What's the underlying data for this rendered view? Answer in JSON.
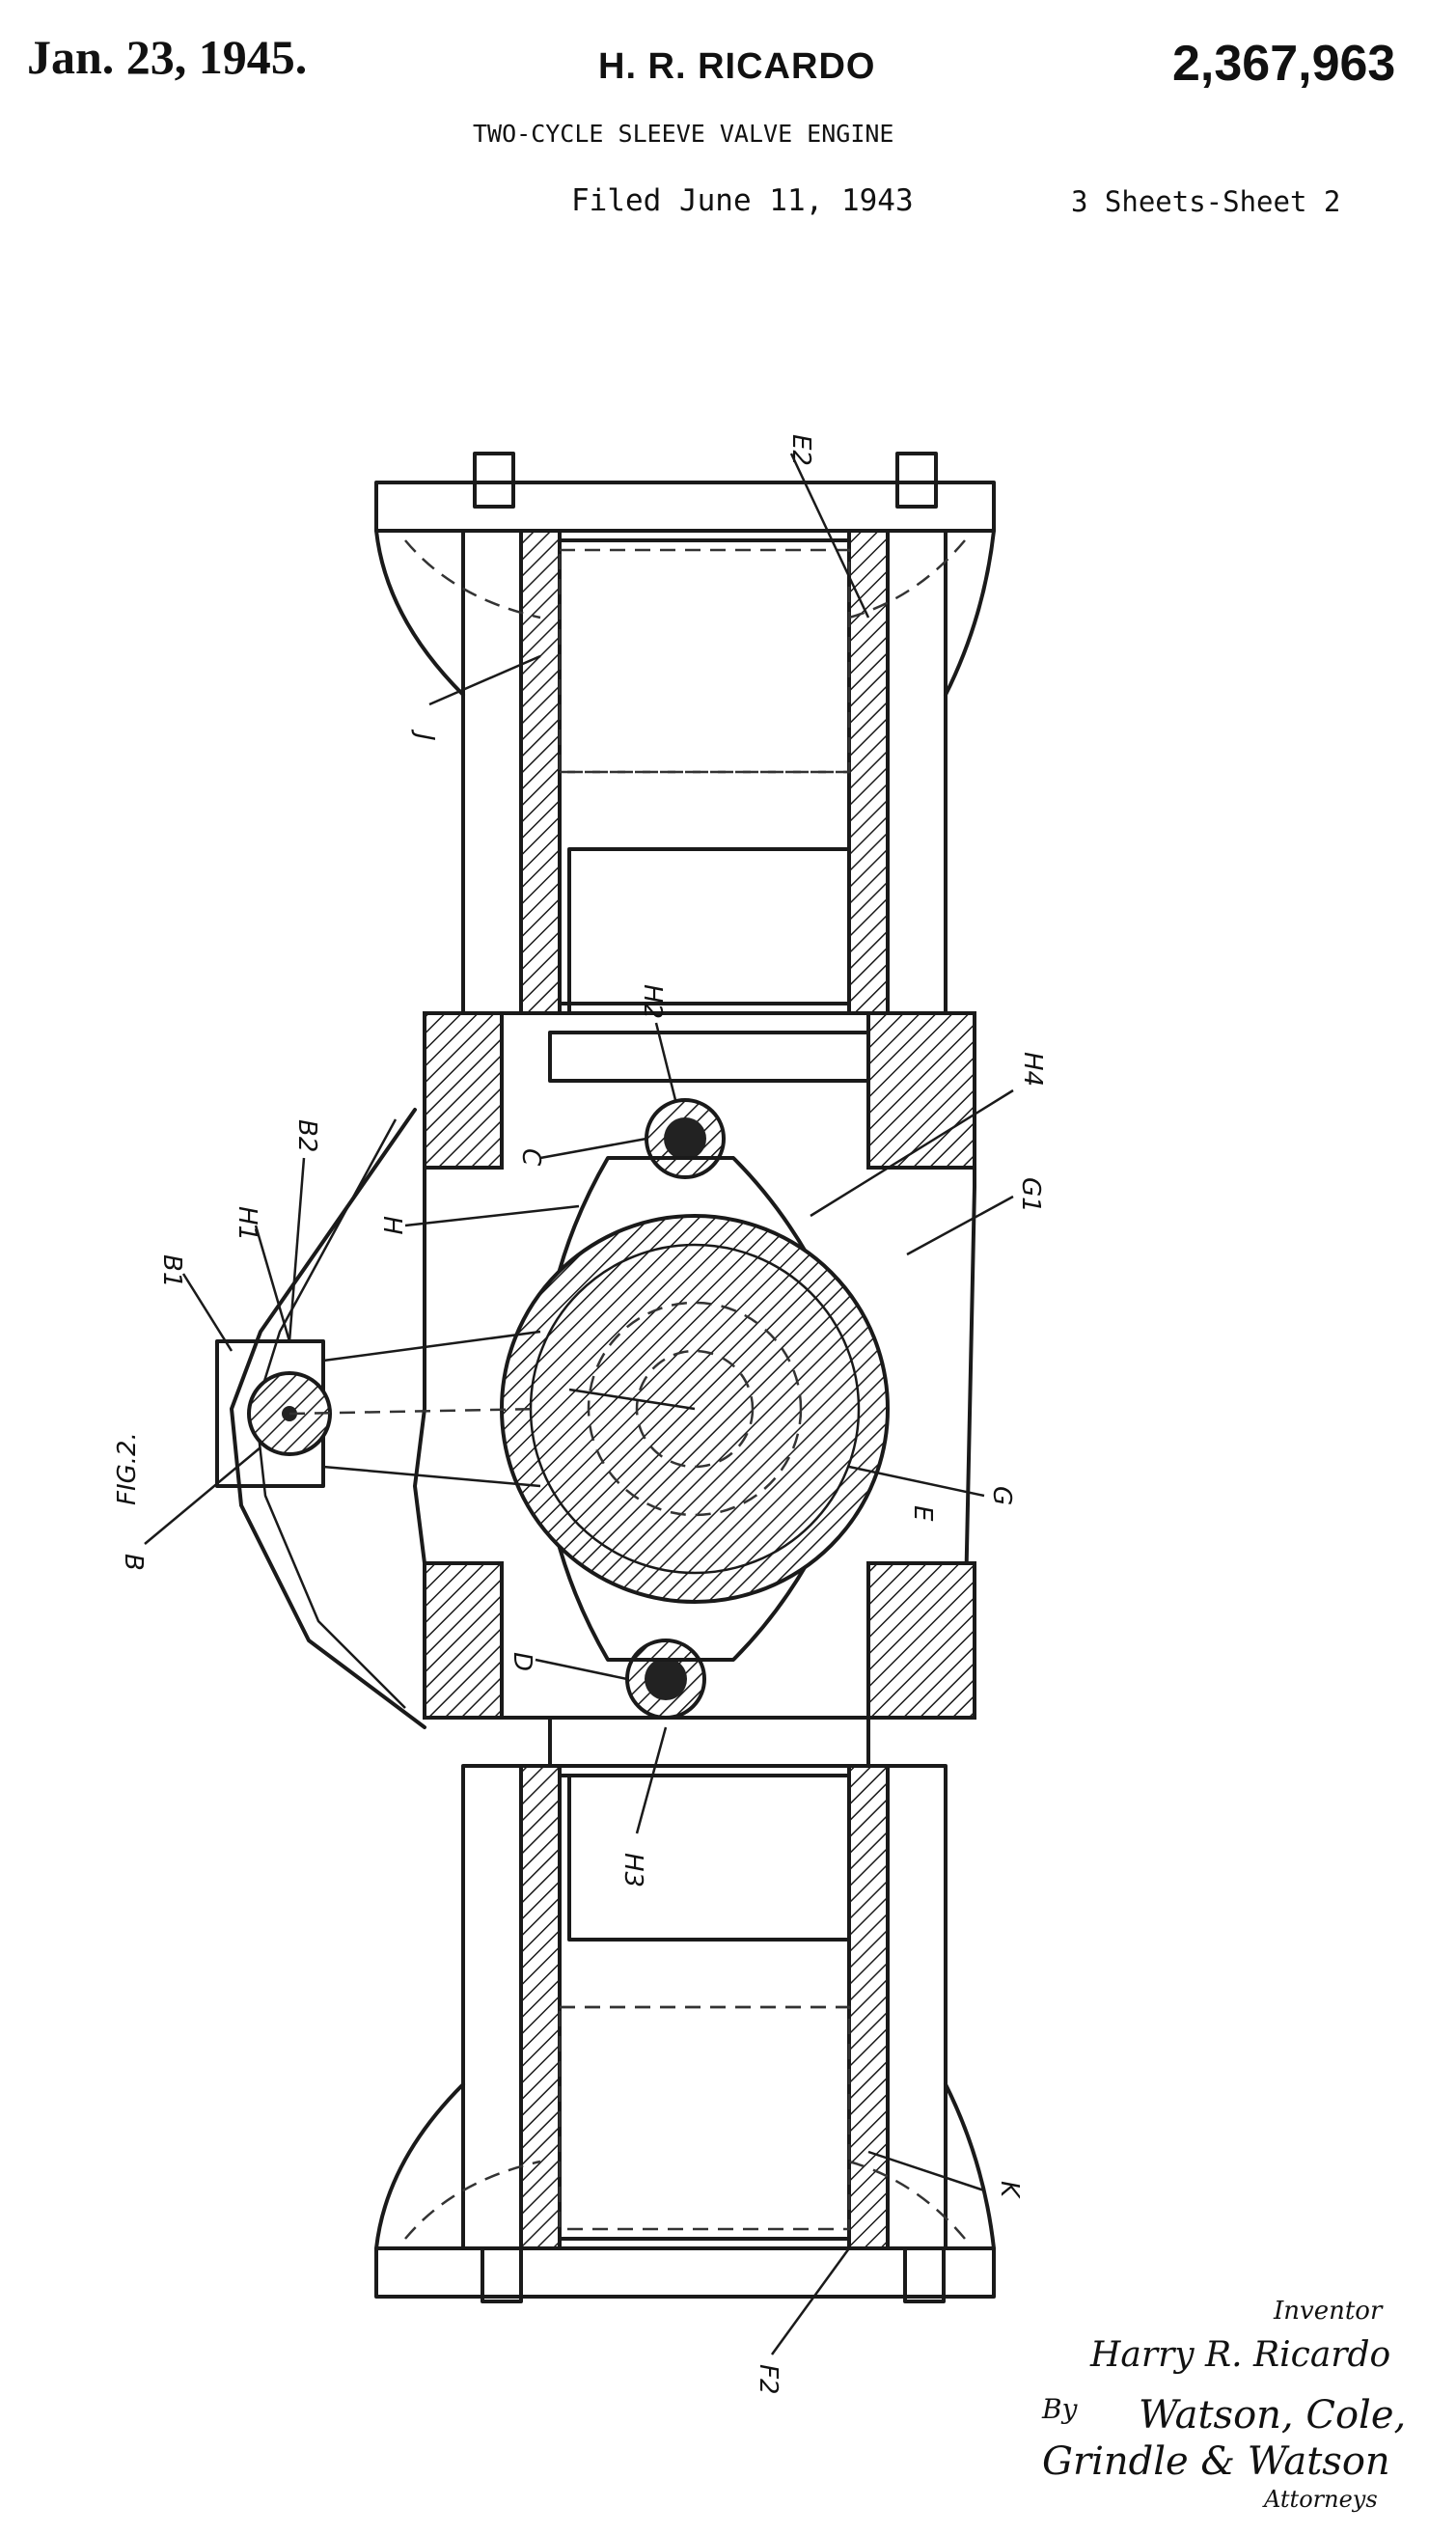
{
  "header": {
    "date": "Jan. 23, 1945.",
    "inventor": "H. R. RICARDO",
    "patent_number": "2,367,963",
    "title": "TWO-CYCLE SLEEVE VALVE ENGINE",
    "filed": "Filed June 11, 1943",
    "sheets": "3 Sheets-Sheet 2"
  },
  "figure": {
    "label": "FIG.2.",
    "reference_labels": {
      "e2": "E2",
      "j": "J",
      "h2": "H2",
      "h4": "H4",
      "g1": "G1",
      "c": "C",
      "h": "H",
      "h1": "H1",
      "b2": "B2",
      "b1": "B1",
      "g": "G",
      "b": "B",
      "e": "E",
      "d": "D",
      "h3": "H3",
      "k": "K",
      "f2": "F2"
    }
  },
  "signature": {
    "inventor_label": "Inventor",
    "inventor_name": "Harry R. Ricardo",
    "by": "By",
    "firm_line1": "Watson, Cole,",
    "firm_line2": "Grindle & Watson",
    "attorneys_label": "Attorneys"
  }
}
